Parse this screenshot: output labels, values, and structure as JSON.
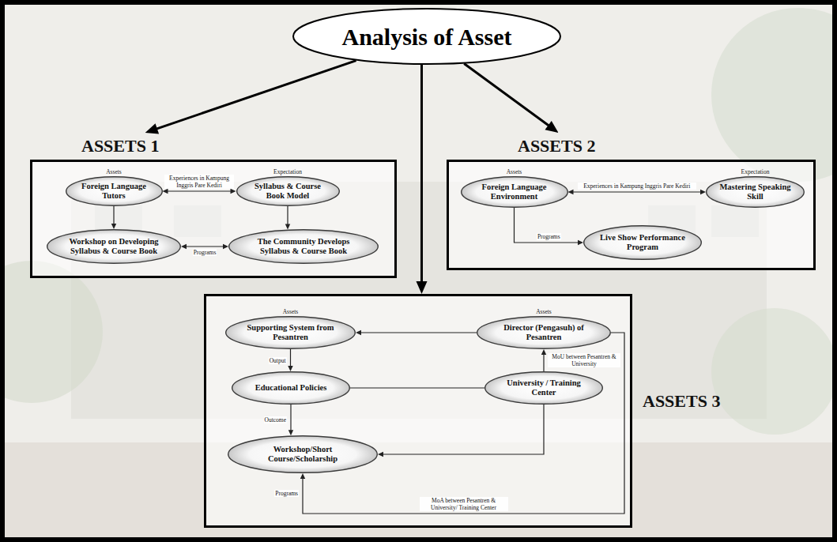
{
  "diagram": {
    "nodes": [
      {
        "text": [
          "Analysis of Asset"
        ]
      },
      {
        "text": [
          "ASSETS 1"
        ]
      },
      {
        "text": [
          "Assets",
          "Foreign Language Tutors"
        ],
        "in": 1
      },
      {
        "text": [
          "Expectation",
          "Syllabus & Course Book Model"
        ],
        "in": 1
      },
      {
        "text": [
          "Workshop on Developing Syllabus & Course Book"
        ],
        "in": 1
      },
      {
        "text": [
          "The Community Develops Syllabus & Course Book"
        ],
        "in": 1
      },
      {
        "text": [
          "ASSETS 2"
        ]
      },
      {
        "text": [
          "Assets",
          "Foreign Language Environment"
        ],
        "in": 6
      },
      {
        "text": [
          "Expectation",
          "Mastering Speaking Skill"
        ],
        "in": 6
      },
      {
        "text": [
          "Live Show Performance Program"
        ],
        "in": 6
      },
      {
        "text": [
          "ASSETS 3"
        ]
      },
      {
        "text": [
          "Assets",
          "Supporting System from Pesantren"
        ],
        "in": 10
      },
      {
        "text": [
          "Assets",
          "Director (Pengasuh) of Pesantren"
        ],
        "in": 10
      },
      {
        "text": [
          "Educational Policies"
        ],
        "in": 10
      },
      {
        "text": [
          "University / Training Center"
        ],
        "in": 10
      },
      {
        "text": [
          "Workshop/Short Course/Scholarship"
        ],
        "in": 10
      }
    ],
    "edges": [
      {
        "from": 0,
        "to": 1,
        "arrow": "to"
      },
      {
        "from": 0,
        "to": 6,
        "arrow": "to"
      },
      {
        "from": 0,
        "to": 10,
        "arrow": "to"
      },
      {
        "from": 2,
        "to": 3,
        "label": "Experiences in Kampung Inggris Pare Kediri",
        "arrow": "both"
      },
      {
        "from": 2,
        "to": 4,
        "arrow": "to"
      },
      {
        "from": 3,
        "to": 5,
        "arrow": "to"
      },
      {
        "from": 4,
        "to": 5,
        "label": "Programs",
        "arrow": "both"
      },
      {
        "from": 7,
        "to": 8,
        "label": "Experiences in Kampung Inggris Pare Kediri",
        "arrow": "both"
      },
      {
        "from": 7,
        "to": 9,
        "label": "Programs",
        "arrow": "to"
      },
      {
        "from": 12,
        "to": 11,
        "arrow": "to"
      },
      {
        "from": 11,
        "to": 13,
        "label": "Output",
        "arrow": "to"
      },
      {
        "from": 14,
        "to": 12,
        "label": "MoU between Pesantren & University",
        "arrow": "to"
      },
      {
        "from": 13,
        "to": 14,
        "arrow": "none"
      },
      {
        "from": 13,
        "to": 15,
        "label": "Outcome",
        "arrow": "to"
      },
      {
        "from": 14,
        "to": 15,
        "arrow": "to"
      },
      {
        "from": 12,
        "to": 15,
        "label": "MoA between Pesantren & University/ Training Center",
        "arrow": "to"
      }
    ],
    "labels": [
      "Programs"
    ]
  }
}
